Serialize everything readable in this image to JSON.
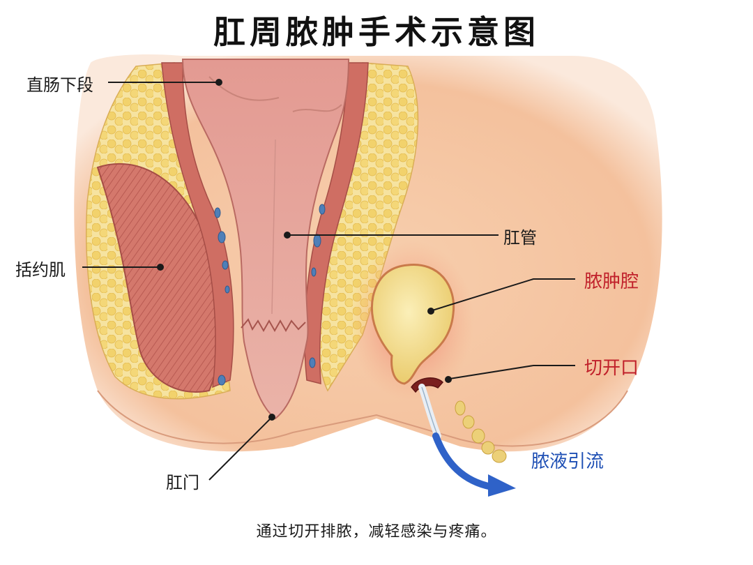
{
  "title": "肛周脓肿手术示意图",
  "labels": {
    "lower_rectum": "直肠下段",
    "anal_canal": "肛管",
    "sphincter": "括约肌",
    "abscess_cavity": "脓肿腔",
    "incision": "切开口",
    "drainage": "脓液引流",
    "anus": "肛门"
  },
  "caption": "通过切开排脓，减轻感染与疼痛。",
  "colors": {
    "label_red": "#c0202a",
    "label_blue": "#1e4fb4",
    "fat": "#f3d77a",
    "muscle": "#d77a6e",
    "mucosa": "#e8a39a",
    "skin": "#f6caa8",
    "pus": "#f2dc86"
  }
}
